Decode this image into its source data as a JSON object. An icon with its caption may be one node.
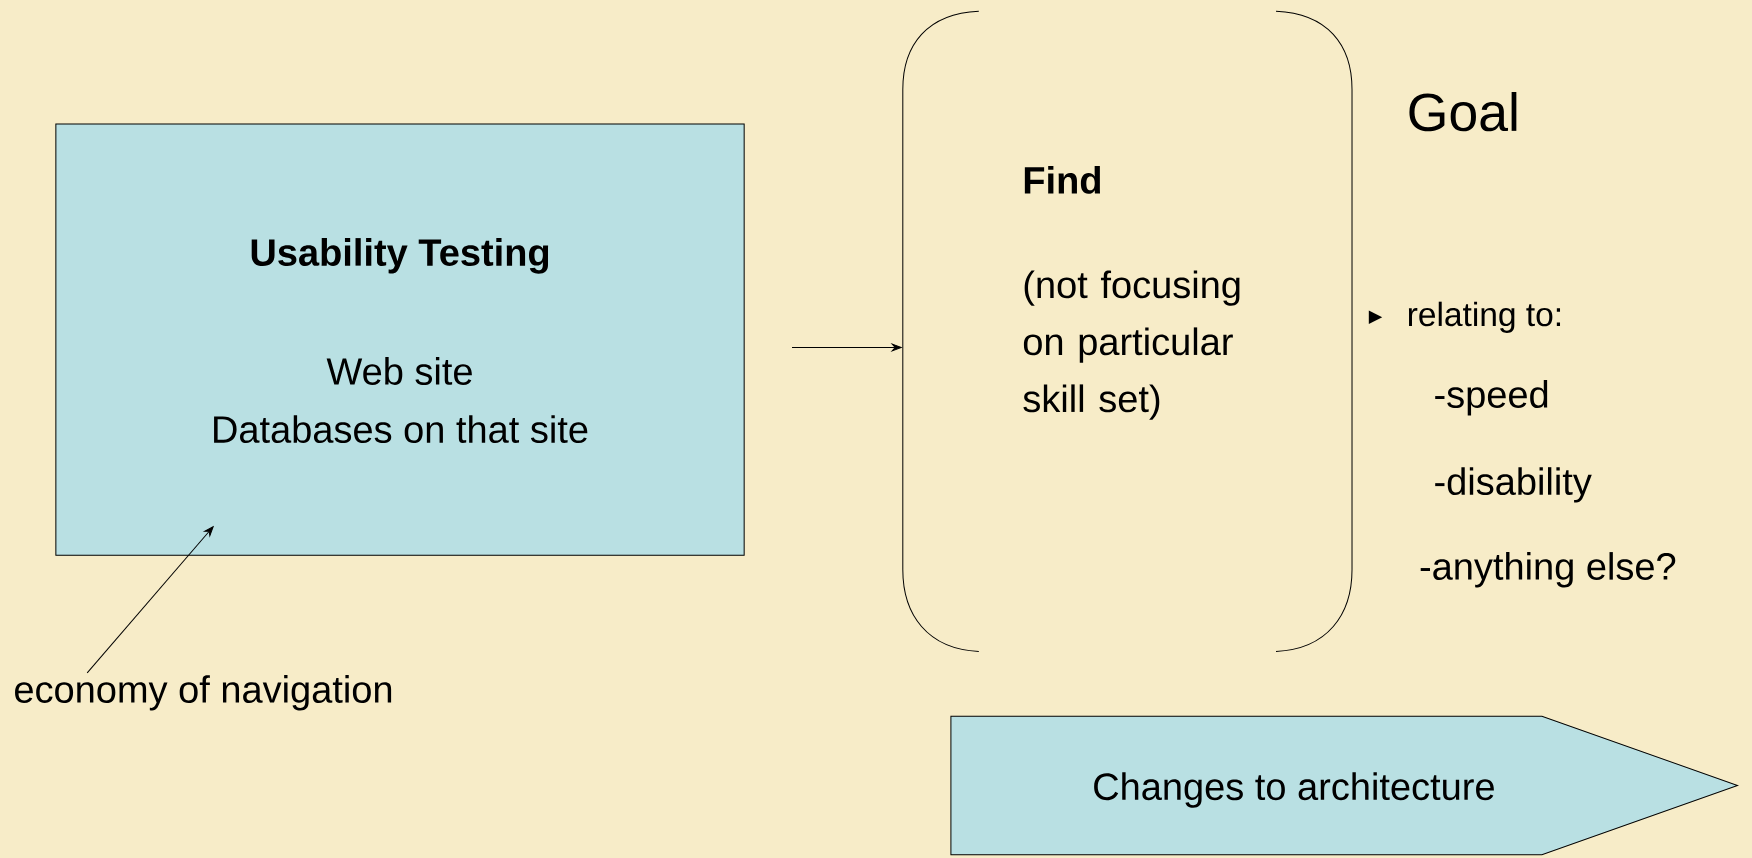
{
  "diagram": {
    "nodes": [
      {
        "text": [
          "Usability Testing",
          "Web site",
          "Databases on that site"
        ]
      },
      {
        "text": [
          "Find",
          "(not focusing on particular skill set)"
        ]
      },
      {
        "text": [
          "economy of navigation"
        ]
      },
      {
        "text": [
          "Changes to architecture"
        ]
      }
    ],
    "edges": [
      {
        "from": 2,
        "to": 0,
        "arrow": "to"
      },
      {
        "from": null,
        "to": 1,
        "arrow": "to"
      }
    ],
    "labels": [
      "Goal",
      "relating to:",
      "-speed",
      "-disability",
      "-anything else?"
    ]
  }
}
